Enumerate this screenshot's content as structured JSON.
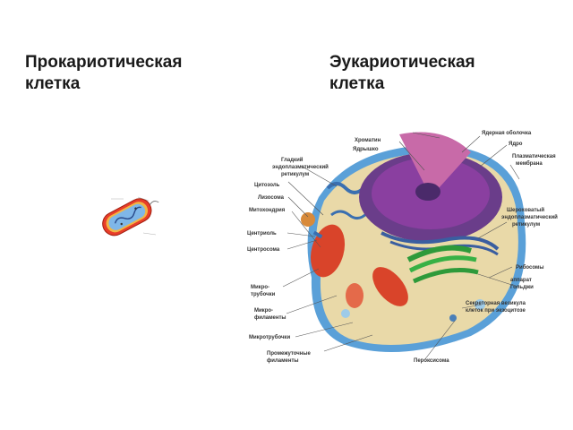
{
  "slide": {
    "left_title": [
      "Прокариотическая",
      "клетка"
    ],
    "right_title": [
      "Эукариотическая",
      "клетка"
    ]
  },
  "labels": {
    "chromatin": "Хроматин",
    "nucleolus": "Ядрышко",
    "smooth_er": [
      "Гладкий",
      "эндоплазматический",
      "ретикулум"
    ],
    "cytosol": "Цитозоль",
    "lysosome": "Лизосома",
    "mitochondrion": "Митохондрия",
    "centriole": "Центриоль",
    "centrosome": "Центросома",
    "microtubules_short": [
      "Микро-",
      "трубочки"
    ],
    "microfilaments": [
      "Микро-",
      "филаменты"
    ],
    "microtubules": "Микротрубочки",
    "intermediate_filaments": [
      "Промежуточные",
      "филаменты"
    ],
    "nuclear_envelope": "Ядерная оболочка",
    "nucleus": "Ядро",
    "plasma_membrane": [
      "Плазматическая",
      "мембрана"
    ],
    "rough_er": [
      "Шероховатый",
      "эндоплазматический",
      "ретикулум"
    ],
    "ribosomes": "Рибосомы",
    "golgi": [
      "аппарат",
      "Гольджи"
    ],
    "secretory_vesicle": [
      "Секреторная везикула",
      "клеток при экзоцитозе"
    ],
    "peroxisome": "Пероксисома"
  },
  "colors": {
    "title": "#1a1a1a",
    "nucleus": "#8a3fa0",
    "mitochondria": "#d9442a",
    "golgi": "#2e9a3a",
    "cytoplasm": "#e9d9a8",
    "membrane": "#5aa0d8"
  }
}
